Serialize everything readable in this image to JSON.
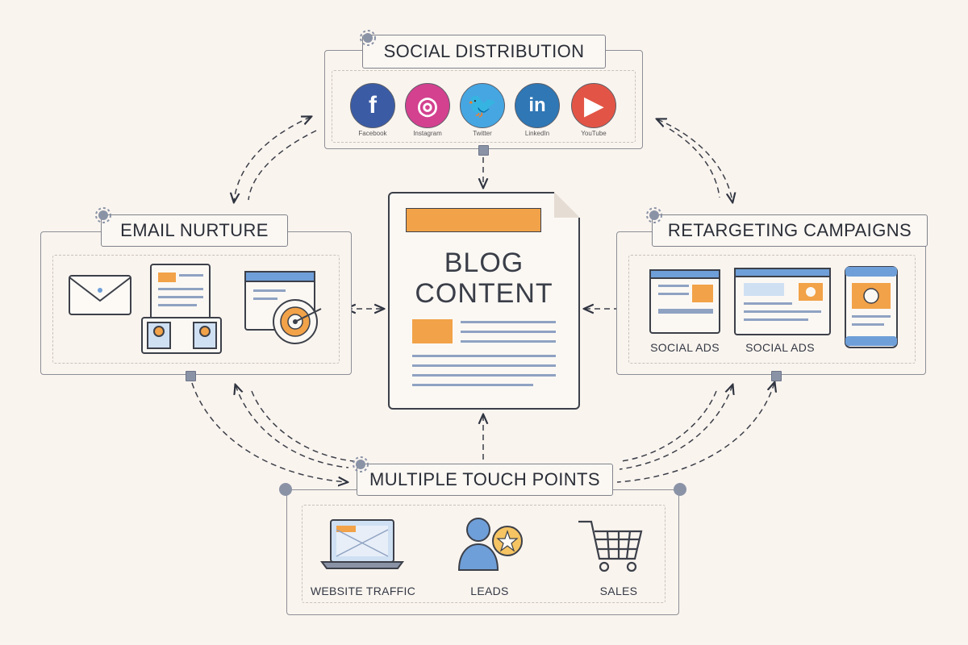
{
  "center": {
    "title_line1": "BLOG",
    "title_line2": "CONTENT"
  },
  "social_distribution": {
    "title": "SOCIAL DISTRIBUTION",
    "platforms": [
      {
        "icon": "facebook-icon",
        "glyph": "f",
        "label": "Facebook",
        "color": "#3b5ba5"
      },
      {
        "icon": "instagram-icon",
        "glyph": "◎",
        "label": "Instagram",
        "color": "#d3418f"
      },
      {
        "icon": "twitter-icon",
        "glyph": "🐦",
        "label": "Twitter",
        "color": "#46a6e2"
      },
      {
        "icon": "linkedin-icon",
        "glyph": "in",
        "label": "LinkedIn",
        "color": "#2f77b5"
      },
      {
        "icon": "youtube-icon",
        "glyph": "▶",
        "label": "YouTube",
        "color": "#e25546"
      }
    ]
  },
  "email_nurture": {
    "title": "EMAIL NURTURE"
  },
  "retargeting": {
    "title": "RETARGETING CAMPAIGNS",
    "ad_labels": [
      "SOCIAL ADS",
      "SOCIAL ADS"
    ]
  },
  "touch_points": {
    "title": "MULTIPLE TOUCH POINTS",
    "stages": [
      "WEBSITE TRAFFIC",
      "LEADS",
      "SALES"
    ]
  },
  "colors": {
    "accent_orange": "#f2a248",
    "accent_blue": "#6f9fd8",
    "stroke": "#3c4049",
    "connector": "#8a93a6"
  }
}
